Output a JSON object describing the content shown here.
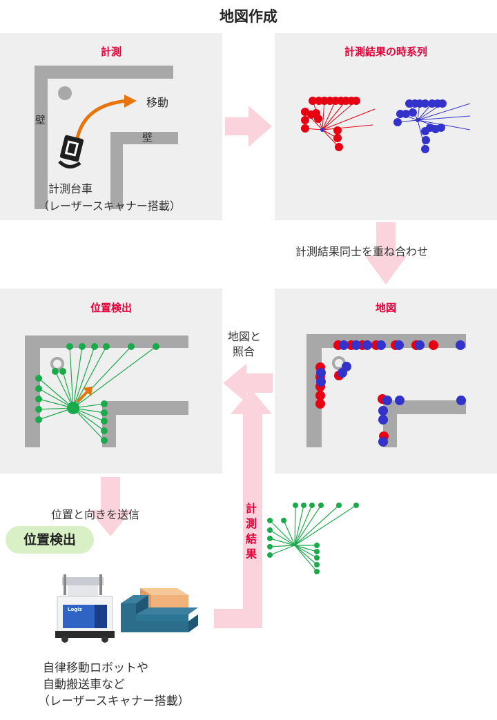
{
  "title": "地図作成",
  "panels": {
    "measure": {
      "title": "計測",
      "wall_label_1": "壁",
      "wall_label_2": "壁",
      "move_label": "移動",
      "cart_label": "計測台車",
      "cart_sub": "（レーザースキャナー搭載）"
    },
    "timeseries": {
      "title": "計測結果の時系列"
    },
    "map": {
      "title": "地図"
    },
    "position": {
      "title": "位置検出"
    }
  },
  "arrows": {
    "overlay_label": "計測結果同士を重ね合わせ",
    "match_label_1": "地図と",
    "match_label_2": "照合",
    "send_label": "位置と向きを送信",
    "result_label": "計測結果"
  },
  "badge": "位置検出",
  "robot_label_1": "自律移動ロボットや",
  "robot_label_2": "自動搬送車など",
  "robot_label_3": "（レーザースキャナー搭載）",
  "robot_brand": "Logiz",
  "colors": {
    "accent_red": "#e60039",
    "scan_red": "#e60012",
    "scan_blue": "#3333cc",
    "scan_green": "#1aaa4a",
    "wall_gray": "#a8a8a8",
    "arrow_pink": "#fbd3dc",
    "panel_bg": "#efefef",
    "badge_green": "#d9f0c6"
  }
}
